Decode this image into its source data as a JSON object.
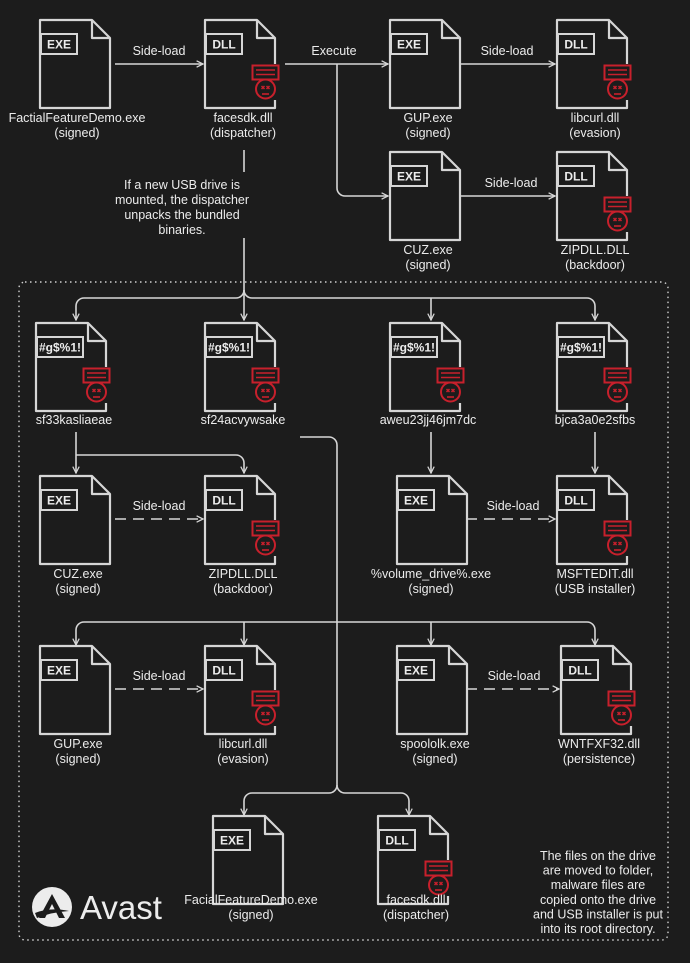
{
  "nodes": {
    "n1": {
      "type": "EXE",
      "tag": "EXE",
      "lines": [
        "FactialFeatureDemo.exe",
        "(signed)"
      ]
    },
    "n2": {
      "type": "DLL",
      "tag": "DLL",
      "lines": [
        "facesdk.dll",
        "(dispatcher)"
      ],
      "malicious": true
    },
    "n3": {
      "type": "EXE",
      "tag": "EXE",
      "lines": [
        "GUP.exe",
        "(signed)"
      ]
    },
    "n4": {
      "type": "DLL",
      "tag": "DLL",
      "lines": [
        "libcurl.dll",
        "(evasion)"
      ],
      "malicious": true
    },
    "n5": {
      "type": "EXE",
      "tag": "EXE",
      "lines": [
        "CUZ.exe",
        "(signed)"
      ]
    },
    "n6": {
      "type": "DLL",
      "tag": "DLL",
      "lines": [
        "ZIPDLL.DLL",
        "(backdoor)"
      ],
      "malicious": true
    },
    "n7": {
      "type": "ENC",
      "tag": "#g$%1!",
      "lines": [
        "sf33kasliaeae"
      ],
      "malicious": true
    },
    "n8": {
      "type": "ENC",
      "tag": "#g$%1!",
      "lines": [
        "sf24acvywsake"
      ],
      "malicious": true
    },
    "n9": {
      "type": "ENC",
      "tag": "#g$%1!",
      "lines": [
        "aweu23jj46jm7dc"
      ],
      "malicious": true
    },
    "n10": {
      "type": "ENC",
      "tag": "#g$%1!",
      "lines": [
        "bjca3a0e2sfbs"
      ],
      "malicious": true
    },
    "n11": {
      "type": "EXE",
      "tag": "EXE",
      "lines": [
        "CUZ.exe",
        "(signed)"
      ]
    },
    "n12": {
      "type": "DLL",
      "tag": "DLL",
      "lines": [
        "ZIPDLL.DLL",
        "(backdoor)"
      ],
      "malicious": true
    },
    "n13": {
      "type": "EXE",
      "tag": "EXE",
      "lines": [
        "%volume_drive%.exe",
        "(signed)"
      ]
    },
    "n14": {
      "type": "DLL",
      "tag": "DLL",
      "lines": [
        "MSFTEDIT.dll",
        "(USB installer)"
      ],
      "malicious": true
    },
    "n15": {
      "type": "EXE",
      "tag": "EXE",
      "lines": [
        "GUP.exe",
        "(signed)"
      ]
    },
    "n16": {
      "type": "DLL",
      "tag": "DLL",
      "lines": [
        "libcurl.dll",
        "(evasion)"
      ],
      "malicious": true
    },
    "n17": {
      "type": "EXE",
      "tag": "EXE",
      "lines": [
        "spoololk.exe",
        "(signed)"
      ]
    },
    "n18": {
      "type": "DLL",
      "tag": "DLL",
      "lines": [
        "WNTFXF32.dll",
        "(persistence)"
      ],
      "malicious": true
    },
    "n19": {
      "type": "EXE",
      "tag": "EXE",
      "lines": [
        "FacialFeatureDemo.exe",
        "(signed)"
      ]
    },
    "n20": {
      "type": "DLL",
      "tag": "DLL",
      "lines": [
        "facesdk.dll",
        "(dispatcher)"
      ],
      "malicious": true
    }
  },
  "edge_labels": {
    "e1": "Side-load",
    "e2": "Execute",
    "e3": "Side-load",
    "e4": "Side-load",
    "e5": "Side-load",
    "e6": "Side-load",
    "e7": "Side-load",
    "e8": "Side-load"
  },
  "notes": {
    "usb": [
      "If a new USB drive is",
      "mounted, the dispatcher",
      "unpacks the bundled",
      "binaries."
    ],
    "files": [
      "The files on the drive",
      "are moved to folder,",
      "malware files are",
      "copied onto the drive",
      "and USB installer is put",
      "into its root directory."
    ]
  },
  "logo": {
    "text": "Avast",
    "icon": "avast-logo-icon"
  },
  "colors": {
    "background": "#1c1c1c",
    "line": "#d6d6d6",
    "malware": "#c8202c",
    "text": "#ececec"
  }
}
